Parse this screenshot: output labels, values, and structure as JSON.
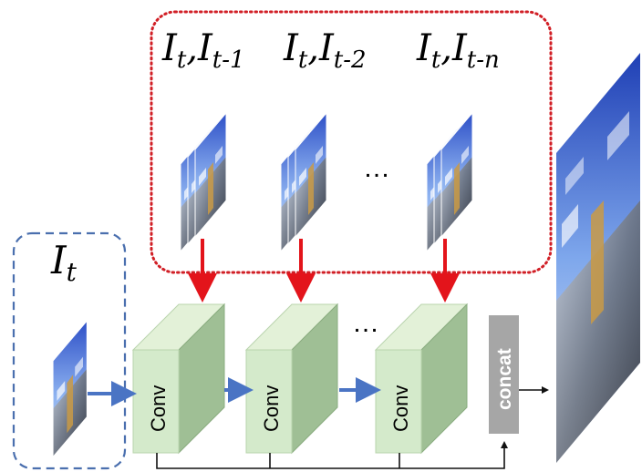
{
  "labels": {
    "pair1_main": "I",
    "pair1_main_sub": "t",
    "pair1_sep": ",",
    "pair1_second": "I",
    "pair1_second_sub": "t-1",
    "pair2_main": "I",
    "pair2_main_sub": "t",
    "pair2_sep": ",",
    "pair2_second": "I",
    "pair2_second_sub": "t-2",
    "pair3_main": "I",
    "pair3_main_sub": "t",
    "pair3_sep": ",",
    "pair3_second": "I",
    "pair3_second_sub": "t-n",
    "input_main": "I",
    "input_sub": "t",
    "ellipsis_top": "…",
    "ellipsis_conv": "…",
    "conv1": "Conv",
    "conv2": "Conv",
    "conv3": "Conv",
    "concat": "concat"
  },
  "colors": {
    "red_dotted": "#d11f26",
    "blue_dashed": "#4a6fae",
    "red_arrow": "#e3141b",
    "blue_arrow": "#4a74c4",
    "conv_front": "#d4eacb",
    "conv_top": "#e3f1d8",
    "conv_side": "#9fbf95",
    "concat_bg": "#a6a6a6",
    "sky_top": "#3456c9",
    "sky_mid": "#8fb4f0"
  },
  "icons": {
    "frame_stack": "image-stack-thumbnail",
    "output_frame": "output-image-thumbnail"
  }
}
